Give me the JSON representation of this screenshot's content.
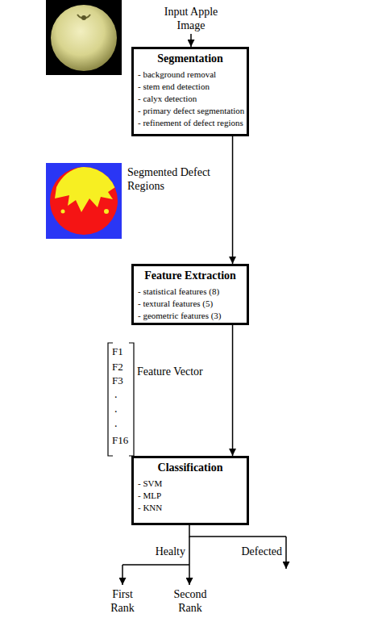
{
  "diagram": {
    "nodes": [
      {
        "text": [
          "Segmentation",
          "- background removal",
          "- stem end detection",
          "- calyx detection",
          "- primary defect segmentation",
          "- refinement of defect regions"
        ]
      },
      {
        "text": [
          "Feature Extraction",
          "- statistical features (8)",
          "- textural features (5)",
          "- geometric features (3)"
        ]
      },
      {
        "text": [
          "Classification",
          "- SVM",
          "- MLP",
          "- KNN"
        ]
      }
    ],
    "edges": [
      {
        "from": 0,
        "to": 1,
        "arrow": "to",
        "label": "Segmented Defect Regions"
      },
      {
        "from": 1,
        "to": 2,
        "arrow": "to",
        "label": "Feature Vector"
      }
    ],
    "labels": [
      "Input Apple Image",
      "F1",
      "F2",
      "F3",
      ".",
      ".",
      ".",
      "F16",
      "Healty",
      "Defected",
      "First Rank",
      "Second Rank"
    ]
  }
}
